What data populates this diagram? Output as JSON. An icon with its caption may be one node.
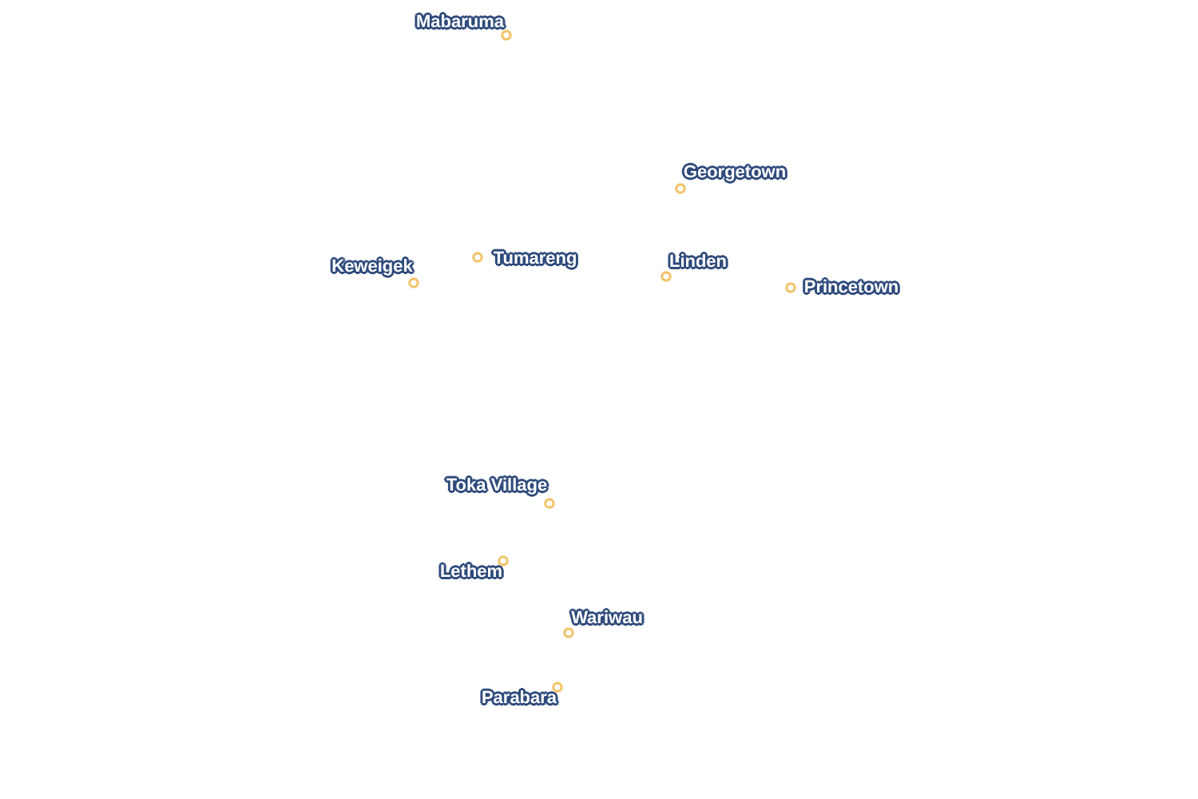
{
  "diagram": {
    "labels": [
      "Mabaruma",
      "Georgetown",
      "Keweigek",
      "Tumareng",
      "Linden",
      "Princetown",
      "Toka Village",
      "Lethem",
      "Wariwau",
      "Parabara"
    ]
  }
}
